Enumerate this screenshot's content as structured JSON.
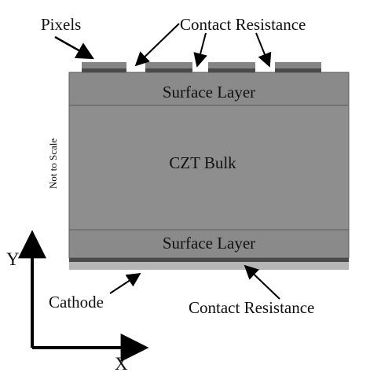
{
  "labels": {
    "pixels": "Pixels",
    "contact_resistance_top": "Contact Resistance",
    "surface_layer_top": "Surface Layer",
    "bulk": "CZT Bulk",
    "scale_note": "Not to Scale",
    "surface_layer_bottom": "Surface Layer",
    "cathode": "Cathode",
    "contact_resistance_bottom": "Contact Resistance",
    "axis_y": "Y",
    "axis_x": "X"
  },
  "colors": {
    "surface_layer": "#8a8a8a",
    "bulk": "#8e8e8e",
    "pixel_contact": "#848484",
    "contact_resistance": "#4a4a4a",
    "cathode_contact": "#b5b5b5",
    "layer_border": "#5a5a5a",
    "arrows": "#000000"
  },
  "pixel_count": 4
}
